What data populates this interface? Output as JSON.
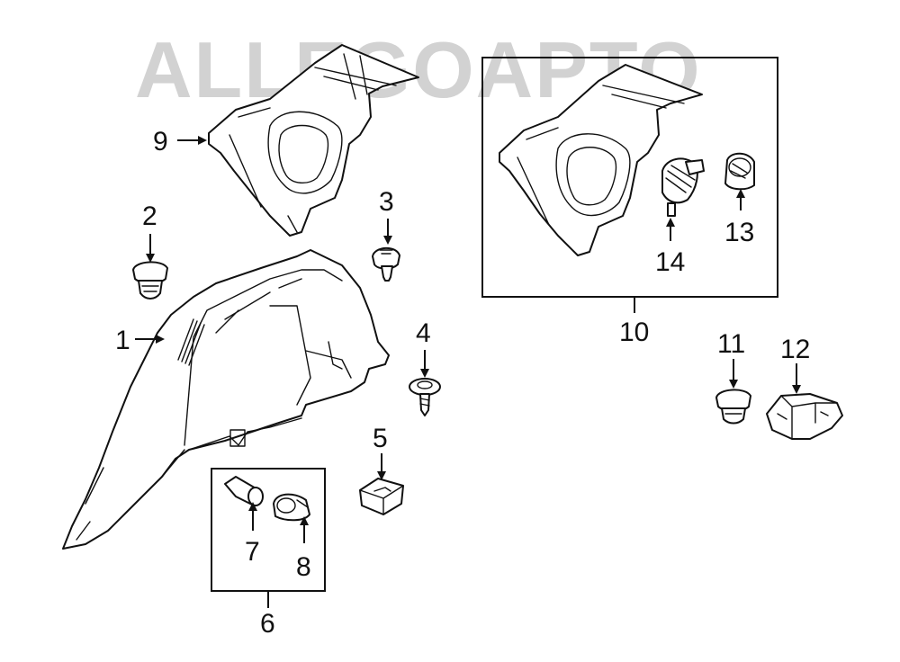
{
  "watermark": "ALLEGOAPTO",
  "callouts": {
    "c1": "1",
    "c2": "2",
    "c3": "3",
    "c4": "4",
    "c5": "5",
    "c6": "6",
    "c7": "7",
    "c8": "8",
    "c9": "9",
    "c10": "10",
    "c11": "11",
    "c12": "12",
    "c13": "13",
    "c14": "14"
  },
  "colors": {
    "line": "#111111",
    "watermark": "#d2d2d2",
    "background": "#ffffff"
  }
}
